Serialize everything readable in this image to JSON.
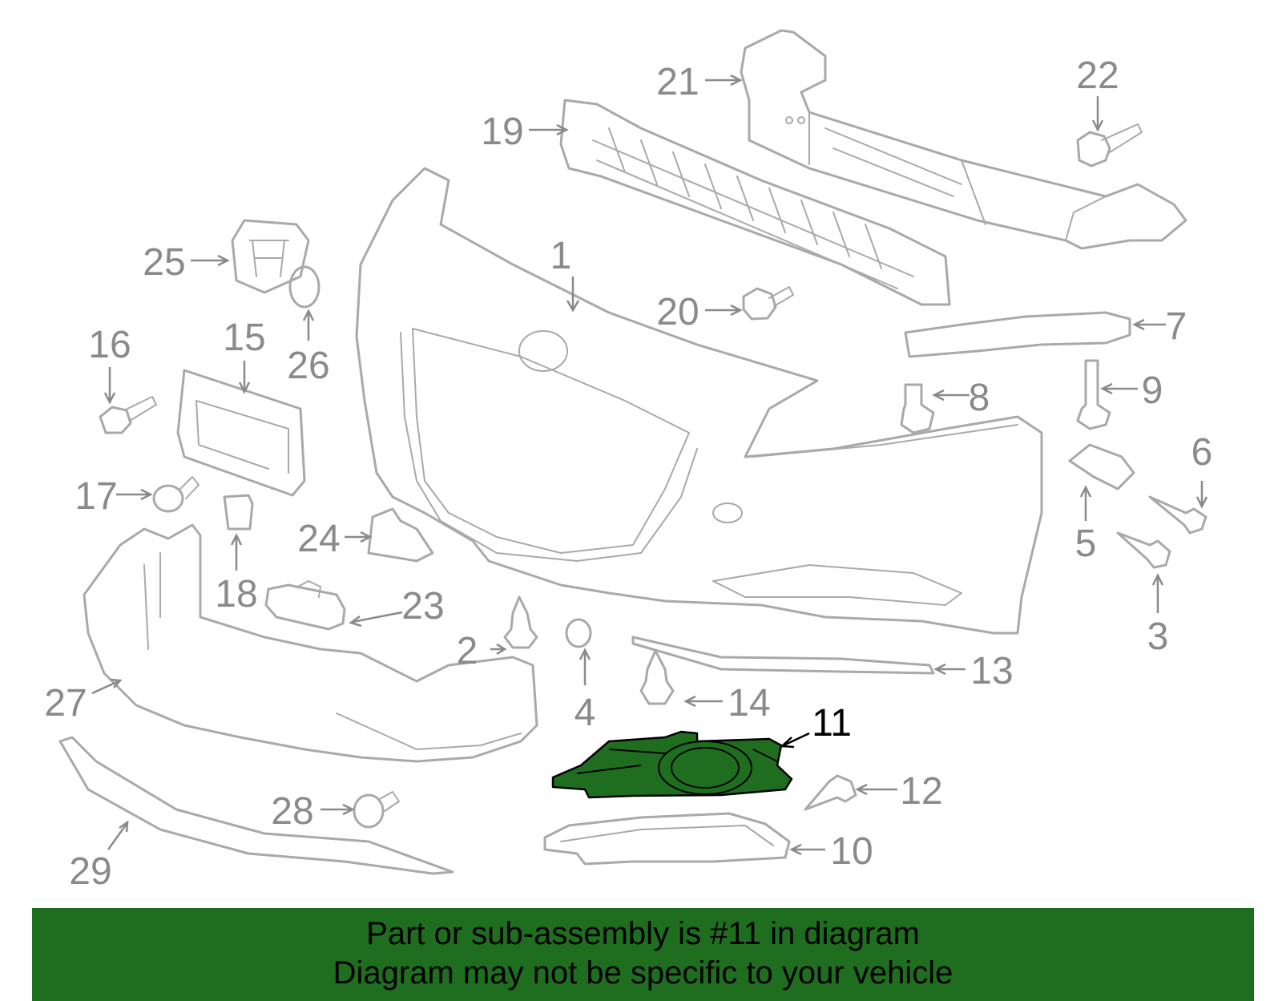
{
  "highlighted_part": "11",
  "colors": {
    "highlight": "#1f6e1f",
    "part_outline": "#a9a9a9",
    "callout_text": "#8a8a8a"
  },
  "callouts": [
    {
      "id": "c1",
      "label": "1"
    },
    {
      "id": "c2",
      "label": "2"
    },
    {
      "id": "c3",
      "label": "3"
    },
    {
      "id": "c4",
      "label": "4"
    },
    {
      "id": "c5",
      "label": "5"
    },
    {
      "id": "c6",
      "label": "6"
    },
    {
      "id": "c7",
      "label": "7"
    },
    {
      "id": "c8",
      "label": "8"
    },
    {
      "id": "c9",
      "label": "9"
    },
    {
      "id": "c10",
      "label": "10"
    },
    {
      "id": "c11",
      "label": "11"
    },
    {
      "id": "c12",
      "label": "12"
    },
    {
      "id": "c13",
      "label": "13"
    },
    {
      "id": "c14",
      "label": "14"
    },
    {
      "id": "c15",
      "label": "15"
    },
    {
      "id": "c16",
      "label": "16"
    },
    {
      "id": "c17",
      "label": "17"
    },
    {
      "id": "c18",
      "label": "18"
    },
    {
      "id": "c19",
      "label": "19"
    },
    {
      "id": "c20",
      "label": "20"
    },
    {
      "id": "c21",
      "label": "21"
    },
    {
      "id": "c22",
      "label": "22"
    },
    {
      "id": "c23",
      "label": "23"
    },
    {
      "id": "c24",
      "label": "24"
    },
    {
      "id": "c25",
      "label": "25"
    },
    {
      "id": "c26",
      "label": "26"
    },
    {
      "id": "c27",
      "label": "27"
    },
    {
      "id": "c28",
      "label": "28"
    },
    {
      "id": "c29",
      "label": "29"
    }
  ],
  "banner": {
    "line1": "Part or sub-assembly is #11 in diagram",
    "line2": "Diagram may not be specific to your vehicle"
  }
}
